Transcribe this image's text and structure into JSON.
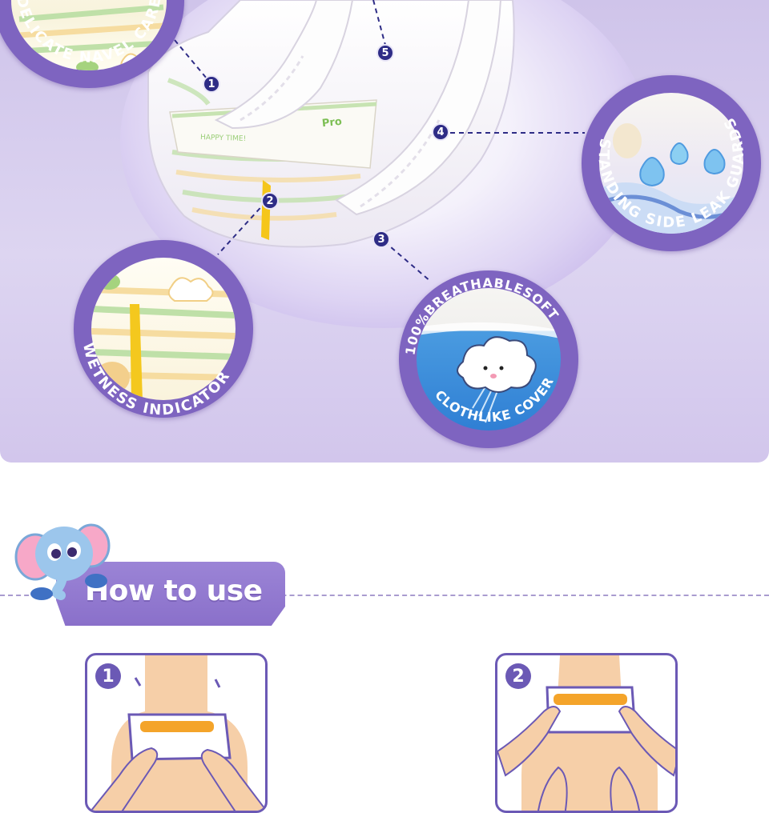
{
  "features": {
    "navel_care": "DELICATE NAVEL CARE",
    "leak_guards": "STANDING SIDE LEAK GUARDS",
    "wetness": "WETNESS INDICATOR",
    "breathable": "100%BREATHABLESOFT",
    "clothlike": "CLOTHLIKE COVER"
  },
  "markers": [
    "1",
    "2",
    "3",
    "4",
    "5"
  ],
  "diaper_print": {
    "brand": "Pro",
    "tagline": "HAPPY TIME!"
  },
  "how_to_use": {
    "title": "How to use",
    "steps": [
      "1",
      "2"
    ]
  },
  "colors": {
    "brand_purple": "#7e64c0",
    "marker_navy": "#2e2c86",
    "banner_purple": "#8a70ca"
  }
}
